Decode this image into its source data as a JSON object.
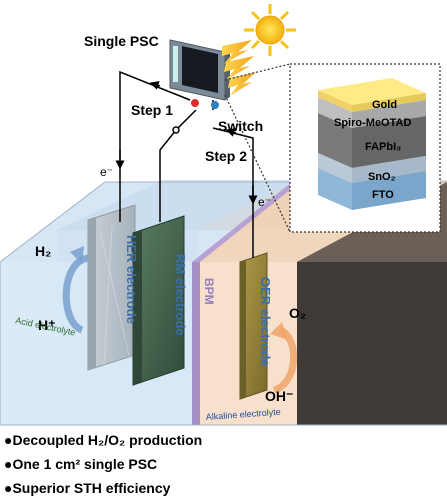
{
  "title": "Single PSC",
  "labels": {
    "step1": "Step 1",
    "step2": "Step 2",
    "switch": "Switch",
    "electron1": "e⁻",
    "electron2": "e⁻",
    "h2": "H₂",
    "hplus": "H⁺",
    "o2": "O₂",
    "ohminus": "OH⁻",
    "her": "HER electrode",
    "rm": "RM electrode",
    "oer": "OER electrode",
    "bpm": "BPM",
    "acid": "Acid electrolyte",
    "alkaline": "Alkaline electrolyte"
  },
  "layers": {
    "gold": "Gold",
    "spiro": "Spiro-MeOTAD",
    "fapbi3": "FAPbI₃",
    "sno2": "SnO₂",
    "fto": "FTO"
  },
  "bullets": [
    "●Decoupled H₂/O₂ production",
    "●One 1 cm² single PSC",
    "●Superior STH efficiency"
  ],
  "colors": {
    "acid_fill": "#dbe9f6",
    "alkaline_fill": "#f7e2cf",
    "bpm": "#9b7fbf",
    "her": "#bcc6cf",
    "rm": "#4a6b53",
    "oer": "#9a8a42",
    "sun": "#f7c21a",
    "dark_block": "#3f3a36"
  }
}
